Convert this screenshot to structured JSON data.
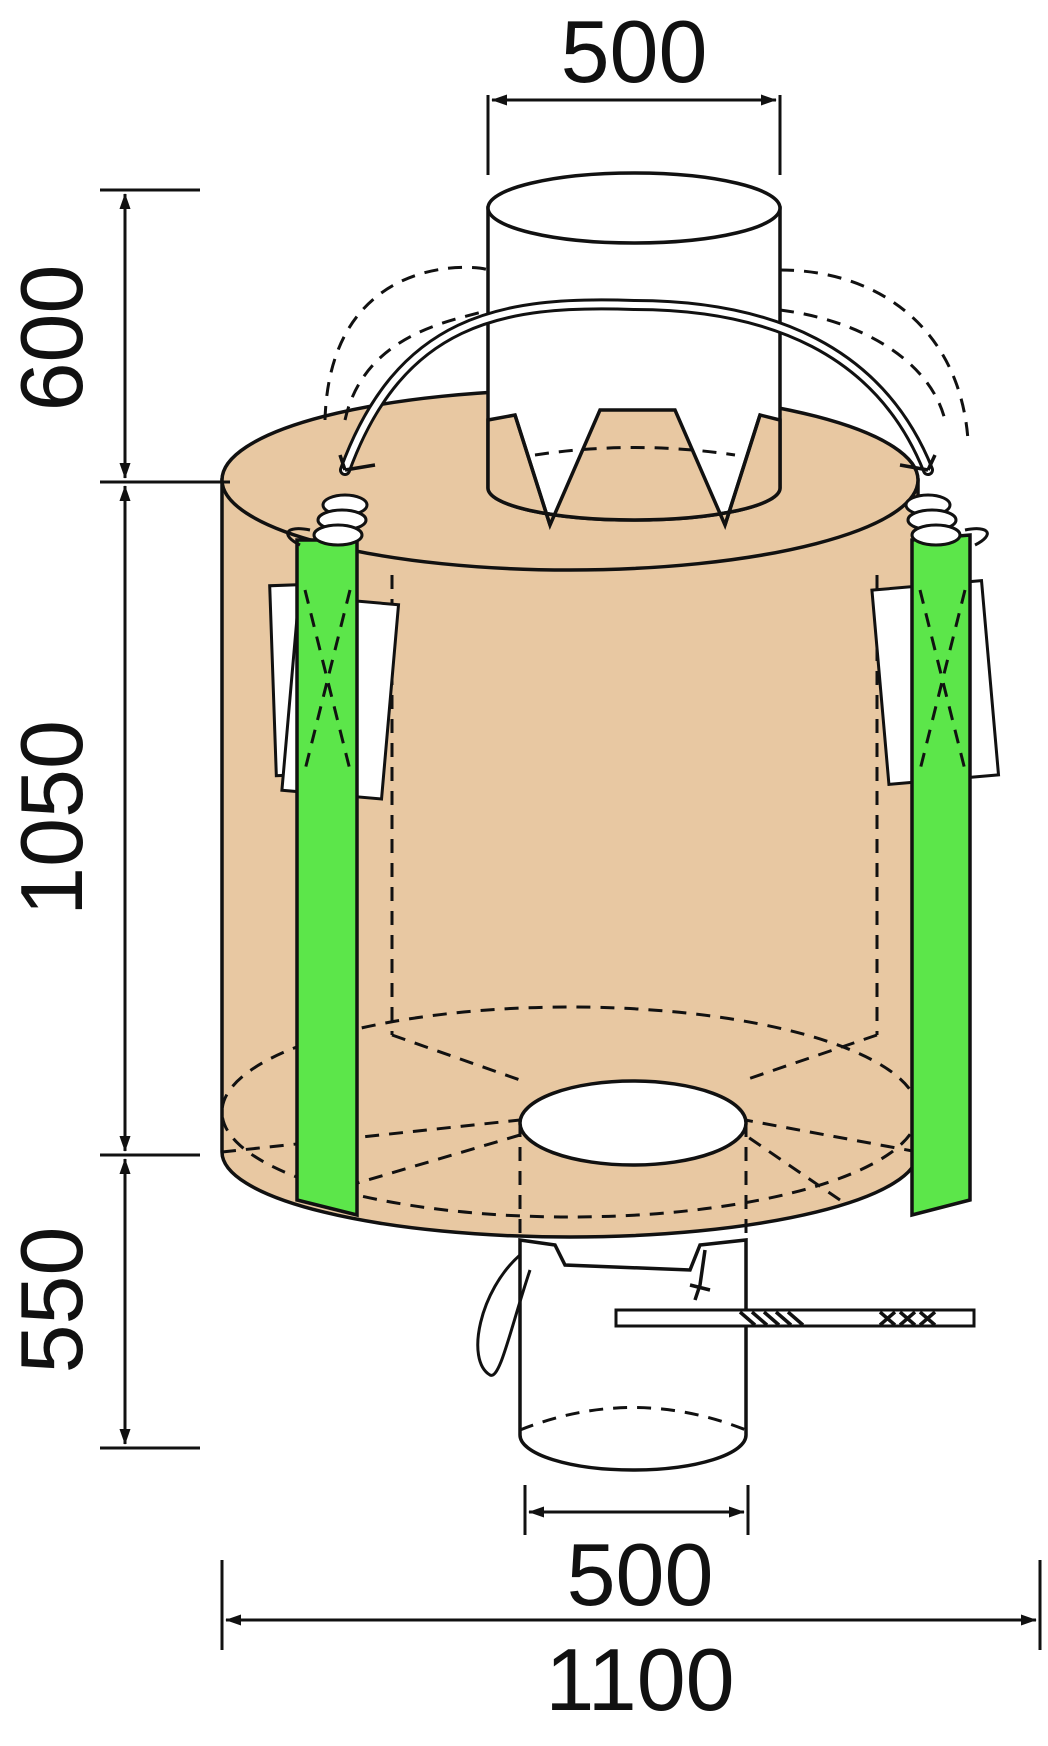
{
  "diagram": {
    "dimensions": {
      "top_spout_width": "500",
      "top_spout_height": "600",
      "body_height": "1050",
      "bottom_spout_height": "550",
      "bottom_spout_width": "500",
      "body_width": "1100"
    },
    "colors": {
      "bag_body": "#E8C8A2",
      "lifting_belt": "#5CE64A",
      "outline": "#111111",
      "spout": "#ffffff"
    }
  }
}
